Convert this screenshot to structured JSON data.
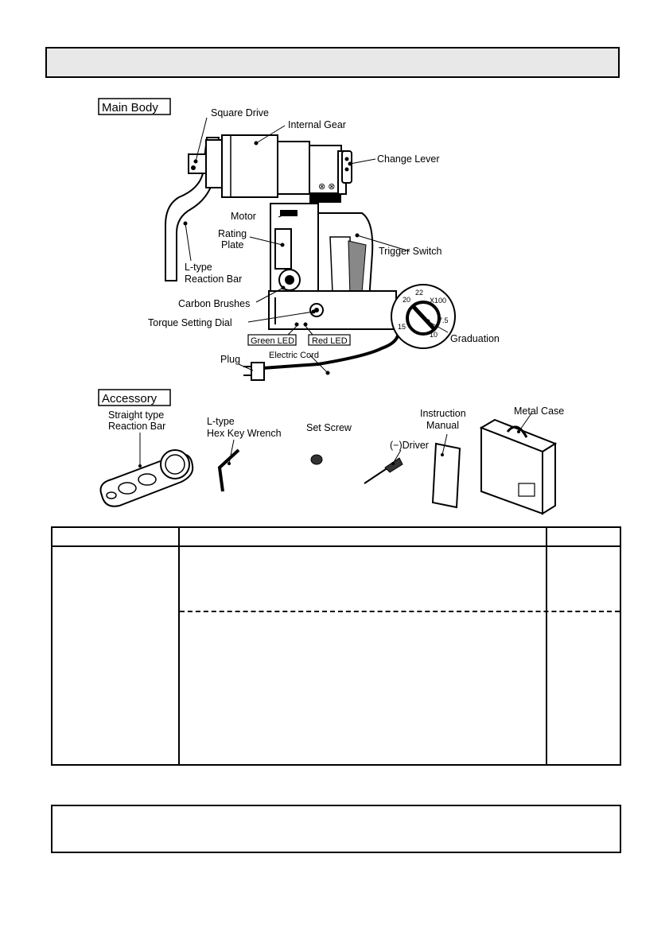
{
  "page_title": "",
  "main_body": {
    "heading": "Main Body",
    "labels": {
      "square_drive": "Square Drive",
      "internal_gear": "Internal Gear",
      "change_lever": "Change Lever",
      "motor": "Motor",
      "rating_plate_1": "Rating",
      "rating_plate_2": "Plate",
      "trigger_switch": "Trigger Switch",
      "reaction_bar_1": "L-type",
      "reaction_bar_2": "Reaction Bar",
      "carbon_brushes": "Carbon Brushes",
      "torque_setting_dial": "Torque Setting Dial",
      "green_led": "Green LED",
      "red_led": "Red LED",
      "graduation": "Graduation",
      "plug": "Plug",
      "electric_cord": "Electric Cord"
    },
    "dial_marks": [
      "20",
      "22",
      "15",
      "10",
      "7.5"
    ],
    "dial_unit": "X100"
  },
  "accessory": {
    "heading": "Accessory",
    "labels": {
      "straight_bar_1": "Straight type",
      "straight_bar_2": "Reaction Bar",
      "hex_key_1": "L-type",
      "hex_key_2": "Hex Key Wrench",
      "set_screw": "Set Screw",
      "driver": "(−)Driver",
      "manual_1": "Instruction",
      "manual_2": "Manual",
      "metal_case": "Metal Case"
    }
  },
  "table": {
    "headers": [
      "",
      "",
      ""
    ],
    "rows": []
  },
  "note": ""
}
